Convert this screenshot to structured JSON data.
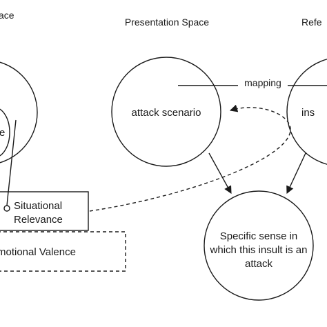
{
  "spaces": {
    "left_title": "ace",
    "presentation_title": "Presentation Space",
    "reference_title": "Refe"
  },
  "nodes": {
    "left_inner": "e",
    "attack_scenario": "attack scenario",
    "insult_fragment": "ins",
    "specific_sense": [
      "Specific sense in",
      "which this insult is an",
      "attack"
    ]
  },
  "edges": {
    "mapping": "mapping"
  },
  "boxes": {
    "situational_relevance": [
      "Situational",
      "Relevance"
    ],
    "emotional_valence": "motional Valence"
  }
}
